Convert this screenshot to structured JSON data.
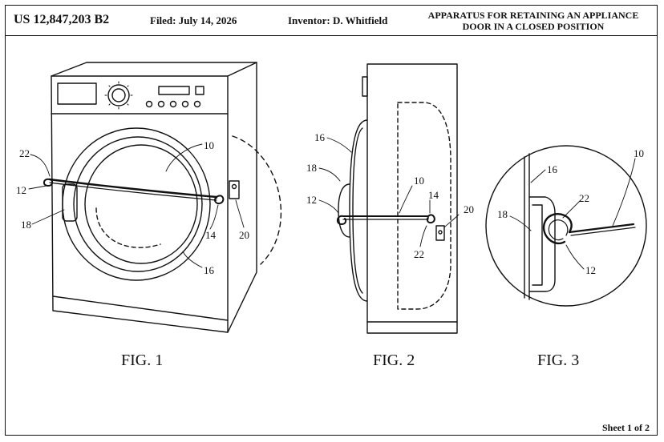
{
  "header": {
    "patent_number": "US 12,847,203 B2",
    "filed": "Filed: July 14, 2026",
    "inventor": "Inventor: D. Whitfield",
    "title_line1": "APPARATUS FOR RETAINING AN APPLIANCE",
    "title_line2": "DOOR IN A CLOSED POSITION"
  },
  "figures": {
    "fig1": {
      "caption": "FIG. 1",
      "refs": {
        "r22": "22",
        "r12": "12",
        "r18": "18",
        "r10": "10",
        "r14": "14",
        "r20": "20",
        "r16": "16"
      }
    },
    "fig2": {
      "caption": "FIG. 2",
      "refs": {
        "r16": "16",
        "r18": "18",
        "r12": "12",
        "r10": "10",
        "r14": "14",
        "r20": "20",
        "r22": "22"
      }
    },
    "fig3": {
      "caption": "FIG. 3",
      "refs": {
        "r10": "10",
        "r16": "16",
        "r22": "22",
        "r18": "18",
        "r12": "12"
      }
    }
  },
  "footer": {
    "sheet_label": "Sheet 1 of 2"
  }
}
